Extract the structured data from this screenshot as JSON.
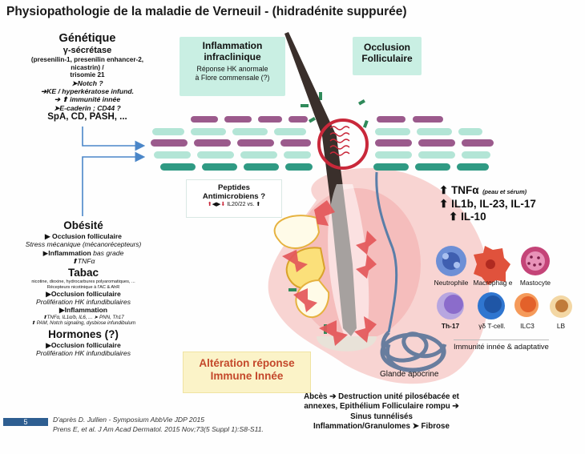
{
  "title": "Physiopathologie de  la maladie de Verneuil - (hidradénite suppurée)",
  "genetique": {
    "heading": "Génétique",
    "gamma": "γ-sécrétase",
    "genes1": "(presenilin-1, presenilin enhancer-2, nicastrin) /",
    "genes2": "trisomie 21",
    "notch": "Notch ?",
    "ke": "KE / hyperkératose infund.",
    "immunite": "immunité innée",
    "ecaderin": "E-caderin ; CD44 ?",
    "syndromes": "SpA, CD, PASH, ..."
  },
  "obesite": {
    "heading": "Obésité",
    "occlusion": "Occlusion folliculaire",
    "stress": "Stress mécanique",
    "stress_paren": "(mécanorécepteurs)",
    "inflammation": "Inflammation",
    "inflammation_suffix": "bas grade",
    "tnfa": "TNFα"
  },
  "tabac": {
    "heading": "Tabac",
    "line1": "nicotine, dioxine, hydrocarbures polyaromatiques, ...",
    "line2": "Récepteurs nicotinique à l'AC & AhR",
    "occlusion": "Occlusion folliculaire",
    "prolif": "Prolifération HK infundibulaires",
    "inflammation": "Inflammation",
    "cytokines": "TNFα, IL1α/b, IL6, ... ➤ PNN, Th17",
    "pam": "PAM, Notch signaling, dysbiose infundibulum"
  },
  "hormones": {
    "heading": "Hormones (?)",
    "occlusion": "Occlusion folliculaire",
    "prolif": "Prolifération HK infundibulaires"
  },
  "box_inflam": {
    "title1": "Inflammation",
    "title2": "infraclinique",
    "line1": "Réponse HK anormale",
    "line2": "à Flore commensale (?)"
  },
  "box_occlusion": {
    "title1": "Occlusion",
    "title2": "Folliculaire"
  },
  "box_peptides": {
    "title1": "Peptides",
    "title2": "Antimicrobiens ?",
    "line": "IL20/22 vs."
  },
  "cytokines": {
    "l1": "TNFα",
    "l1_note": "(peau et sérum)",
    "l2": "IL1b, IL-23, IL-17",
    "l3": "IL-10"
  },
  "cells": [
    {
      "label": "Neutrophile",
      "color": "#6d8fd6",
      "icon": "neutrophil-icon"
    },
    {
      "label": "Macrophag e",
      "color": "#e0523c",
      "icon": "macrophage-icon"
    },
    {
      "label": "Mastocyte",
      "color": "#c44478",
      "icon": "mastocyte-icon"
    },
    {
      "label": "Th-17",
      "color": "#9c82d0",
      "icon": "th17-icon"
    },
    {
      "label": "γδ T-cell.",
      "color": "#2f76d0",
      "icon": "gd-tcell-icon"
    },
    {
      "label": "ILC3",
      "color": "#f07a3c",
      "icon": "ilc3-icon"
    },
    {
      "label": "LB",
      "color": "#efc37a",
      "icon": "lb-icon"
    }
  ],
  "immunity_caption": "Immunité innée & adaptative",
  "alteration": {
    "l1": "Altération réponse",
    "l2": "Immune Innée"
  },
  "glande": "Glande apocrine",
  "consequences": {
    "l1": "Abcès ➔ Destruction unité pilosébacée et",
    "l2": "annexes, Epithélium Folliculaire rompu ➔",
    "l3": "Sinus tunnélisés",
    "l4": "Inflammation/Granulomes ➤ Fibrose"
  },
  "source": {
    "l1": "D'après D. Jullien - Symposium AbbVie JDP 2015",
    "l2": "Prens E, et al. J Am Acad Dermatol. 2015 Nov;73(5 Suppl 1):S8-S11."
  },
  "page_number": "5",
  "colors": {
    "mint": "#c9efe3",
    "teal": "#3aa58f",
    "purple": "#9b5a8c",
    "skin_pink": "#f6c9c6",
    "arrow_red": "#e4585a",
    "ring_red": "#c9283a",
    "connector_blue": "#4a86c8",
    "yellow_box": "#fbf3c8",
    "gland_blue": "#4f6f96"
  }
}
